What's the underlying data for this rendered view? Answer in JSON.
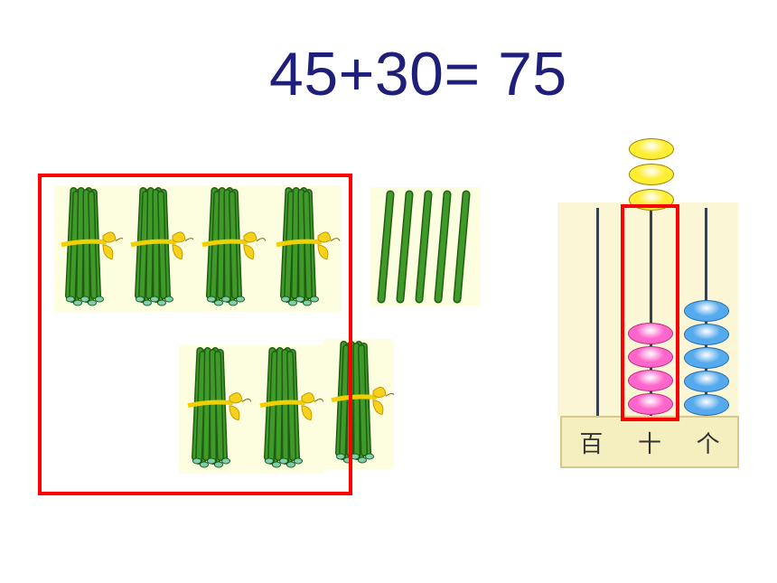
{
  "equation": {
    "text": "45+30= 75"
  },
  "counting_sticks": {
    "bundles_of_ten_first_addend": 4,
    "loose_sticks_first_addend": 5,
    "bundles_of_ten_second_addend": 3
  },
  "abacus": {
    "place_labels": [
      "百",
      "十",
      "个"
    ],
    "hundreds_beads": 0,
    "tens_beads_placed": 4,
    "tens_beads_added": 3,
    "ones_beads": 5,
    "colors": {
      "tens_bead": "#ff66cc",
      "added_bead": "#ffee33",
      "ones_bead": "#55aaee",
      "highlight": "#ff0000"
    }
  }
}
